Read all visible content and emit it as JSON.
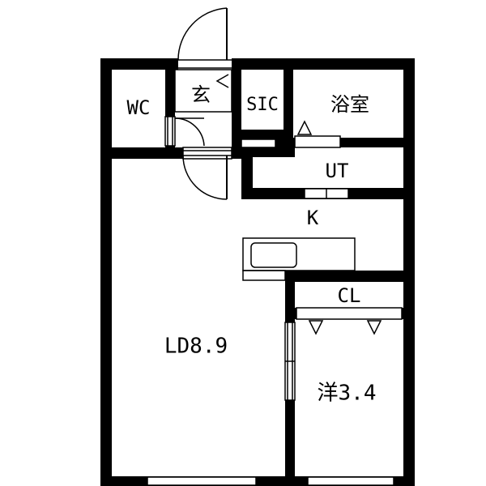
{
  "rooms": {
    "wc": "WC",
    "genkan": "玄",
    "sic": "SIC",
    "bath": "浴室",
    "ut": "UT",
    "kitchen": "K",
    "closet": "CL",
    "ld": "LD8.9",
    "western": "洋3.4"
  },
  "colors": {
    "wall": "#000000",
    "background": "#ffffff",
    "fixture": "#000000"
  }
}
